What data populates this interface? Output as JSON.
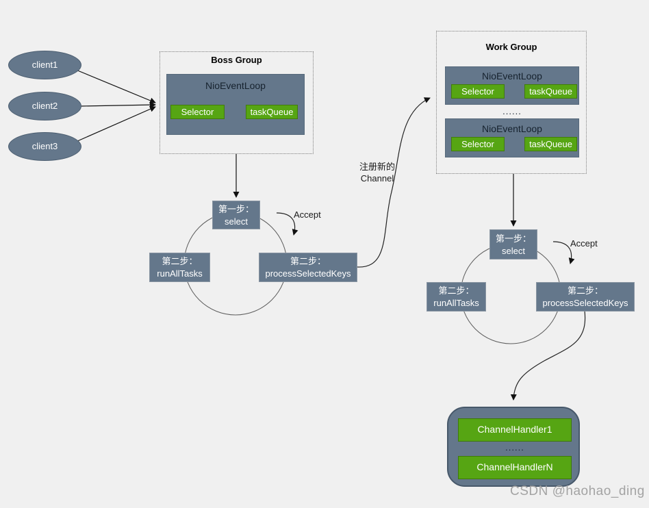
{
  "clients": [
    {
      "label": "client1"
    },
    {
      "label": "client2"
    },
    {
      "label": "client3"
    }
  ],
  "boss_group": {
    "title": "Boss Group",
    "event_loop": {
      "title": "NioEventLoop",
      "selector_label": "Selector",
      "task_queue_label": "taskQueue"
    }
  },
  "work_group": {
    "title": "Work Group",
    "dots": "......",
    "event_loops": [
      {
        "title": "NioEventLoop",
        "selector_label": "Selector",
        "task_queue_label": "taskQueue"
      },
      {
        "title": "NioEventLoop",
        "selector_label": "Selector",
        "task_queue_label": "taskQueue"
      }
    ]
  },
  "boss_loop_cycle": {
    "step_select": {
      "line1": "第一步：",
      "line2": "select"
    },
    "step_run_all_tasks": {
      "line1": "第二步：",
      "line2": "runAllTasks"
    },
    "step_process_selected_keys": {
      "line1": "第二步：",
      "line2": "processSelectedKeys"
    },
    "accept_label": "Accept"
  },
  "work_loop_cycle": {
    "step_select": {
      "line1": "第一步：",
      "line2": "select"
    },
    "step_run_all_tasks": {
      "line1": "第二步：",
      "line2": "runAllTasks"
    },
    "step_process_selected_keys": {
      "line1": "第二步：",
      "line2": "processSelectedKeys"
    },
    "accept_label": "Accept"
  },
  "register_channel_label": {
    "line1": "注册新的",
    "line2": "Channel"
  },
  "channel_pipeline": {
    "handler1_label": "ChannelHandler1",
    "dots": "......",
    "handlerN_label": "ChannelHandlerN"
  },
  "watermark": "CSDN @haohao_ding",
  "colors": {
    "background": "#f0f0f0",
    "node_slate": "#64778b",
    "node_green": "#56a513",
    "group_border": "#7d7d7d",
    "text_light": "#ffffff",
    "text_dark": "#1a1a1a",
    "watermark_gray": "#a3a3a3"
  }
}
